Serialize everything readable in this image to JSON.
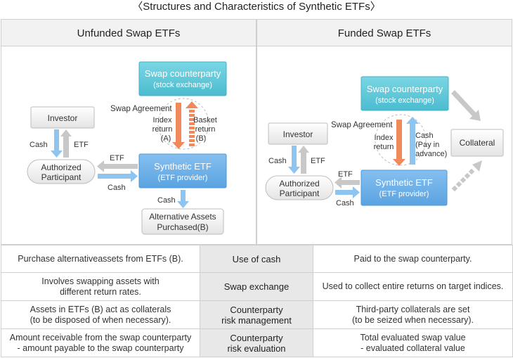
{
  "title": "〈Structures and Characteristics of Synthetic ETFs〉",
  "left_panel": {
    "header": "Unfunded Swap ETFs",
    "swap_counterparty": {
      "line1": "Swap counterparty",
      "line2": "(stock exchange)"
    },
    "synthetic_etf": {
      "line1": "Synthetic ETF",
      "line2": "(ETF provider)"
    },
    "investor": "Investor",
    "authorized_participant": {
      "line1": "Authorized",
      "line2": "Participant"
    },
    "alternative_assets": {
      "line1": "Alternative Assets",
      "line2": "Purchased(B)"
    },
    "swap_agreement": "Swap Agreement",
    "index_return": {
      "line1": "Index",
      "line2": "return",
      "line3": "(A)"
    },
    "basket_return": {
      "line1": "Basket",
      "line2": "return",
      "line3": "(B)"
    },
    "cash_investor": "Cash",
    "etf_investor": "ETF",
    "etf_ap": "ETF",
    "cash_ap": "Cash",
    "cash_alt": "Cash"
  },
  "right_panel": {
    "header": "Funded Swap ETFs",
    "swap_counterparty": {
      "line1": "Swap counterparty",
      "line2": "(stock exchange)"
    },
    "synthetic_etf": {
      "line1": "Synthetic ETF",
      "line2": "(ETF provider)"
    },
    "investor": "Investor",
    "authorized_participant": {
      "line1": "Authorized",
      "line2": "Participant"
    },
    "collateral": "Collateral",
    "swap_agreement": "Swap Agreement",
    "index_return": {
      "line1": "Index",
      "line2": "return"
    },
    "cash_pay": {
      "line1": "Cash",
      "line2": "(Pay in",
      "line3": "advance)"
    },
    "cash_investor": "Cash",
    "etf_investor": "ETF",
    "etf_ap": "ETF",
    "cash_ap": "Cash"
  },
  "table": {
    "rows": [
      {
        "left": [
          "Purchase alternativeassets from ETFs (B)."
        ],
        "mid": [
          "Use of cash"
        ],
        "right": [
          "Paid to the swap counterparty."
        ]
      },
      {
        "left": [
          "Involves swapping assets with",
          "different return rates."
        ],
        "mid": [
          "Swap exchange"
        ],
        "right": [
          "Used to collect entire returns on target indices."
        ]
      },
      {
        "left": [
          "Assets in ETFs (B) act as collaterals",
          "(to be disposed of when necessary)."
        ],
        "mid": [
          "Counterparty",
          "risk management"
        ],
        "right": [
          "Third-party collaterals are set",
          "(to be seized when necessary)."
        ]
      },
      {
        "left": [
          "Amount receivable from the swap counterparty",
          "- amount payable to the swap counterparty"
        ],
        "mid": [
          "Counterparty",
          "risk evaluation"
        ],
        "right": [
          "Total evaluated swap value",
          "- evaluated collateral value"
        ]
      }
    ]
  },
  "colors": {
    "swap_box": "#5cc8d8",
    "etf_box": "#6aaee6",
    "arrow_blue": "#8ec4f0",
    "arrow_orange": "#f08a5a",
    "arrow_gray": "#c8c8c8",
    "grey_box": "#f4f4f4"
  }
}
